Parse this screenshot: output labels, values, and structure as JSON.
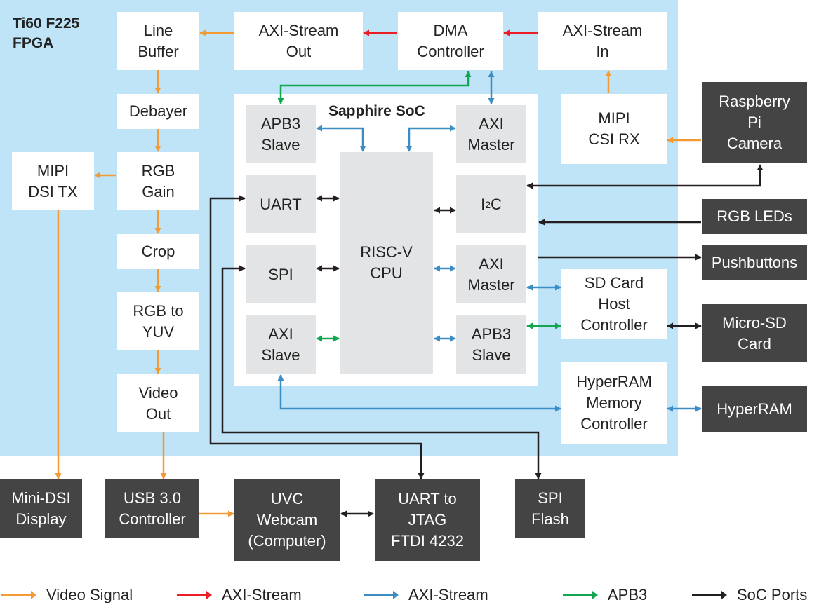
{
  "colors": {
    "fpga_bg": "#bfe4f8",
    "video": "#f39a34",
    "axi_stream_red": "#ee1c24",
    "axi_stream_blue": "#3d8dc5",
    "apb3": "#12a650",
    "soc_ports": "#231f20",
    "dark_box": "#444444",
    "grey_box": "#e3e4e5"
  },
  "titles": {
    "fpga": "Ti60 F225\nFPGA",
    "soc": "Sapphire SoC"
  },
  "blocks": {
    "line_buffer": "Line\nBuffer",
    "axi_stream_out": "AXI-Stream\nOut",
    "dma_controller": "DMA\nController",
    "axi_stream_in": "AXI-Stream\nIn",
    "debayer": "Debayer",
    "mipi_dsi_tx": "MIPI\nDSI TX",
    "rgb_gain": "RGB\nGain",
    "crop": "Crop",
    "rgb_to_yuv": "RGB to\nYUV",
    "video_out": "Video\nOut",
    "mipi_csi_rx": "MIPI\nCSI RX",
    "sd_card_host_controller": "SD Card\nHost\nController",
    "hyperram_memory_controller": "HyperRAM\nMemory\nController"
  },
  "soc_blocks": {
    "apb3_slave_top": "APB3\nSlave",
    "axi_master_top": "AXI\nMaster",
    "uart": "UART",
    "i2c_prefix": "I",
    "i2c_sup": "2",
    "i2c_suffix": "C",
    "spi": "SPI",
    "risc_v_cpu": "RISC-V\nCPU",
    "axi_master_bottom": "AXI\nMaster",
    "axi_slave": "AXI\nSlave",
    "apb3_slave_bottom": "APB3\nSlave"
  },
  "external": {
    "raspberry_pi_camera": "Raspberry\nPi\nCamera",
    "rgb_leds": "RGB LEDs",
    "pushbuttons": "Pushbuttons",
    "micro_sd_card": "Micro-SD\nCard",
    "hyperram": "HyperRAM",
    "mini_dsi_display": "Mini-DSI\nDisplay",
    "usb_3_controller": "USB 3.0\nController",
    "uvc_webcam": "UVC\nWebcam\n(Computer)",
    "uart_to_jtag": "UART to\nJTAG\nFTDI 4232",
    "spi_flash": "SPI\nFlash"
  },
  "legend": [
    {
      "label": "Video Signal",
      "color": "#f39a34"
    },
    {
      "label": "AXI-Stream",
      "color": "#ee1c24"
    },
    {
      "label": "AXI-Stream",
      "color": "#3d8dc5"
    },
    {
      "label": "APB3",
      "color": "#12a650"
    },
    {
      "label": "SoC Ports",
      "color": "#231f20"
    }
  ]
}
